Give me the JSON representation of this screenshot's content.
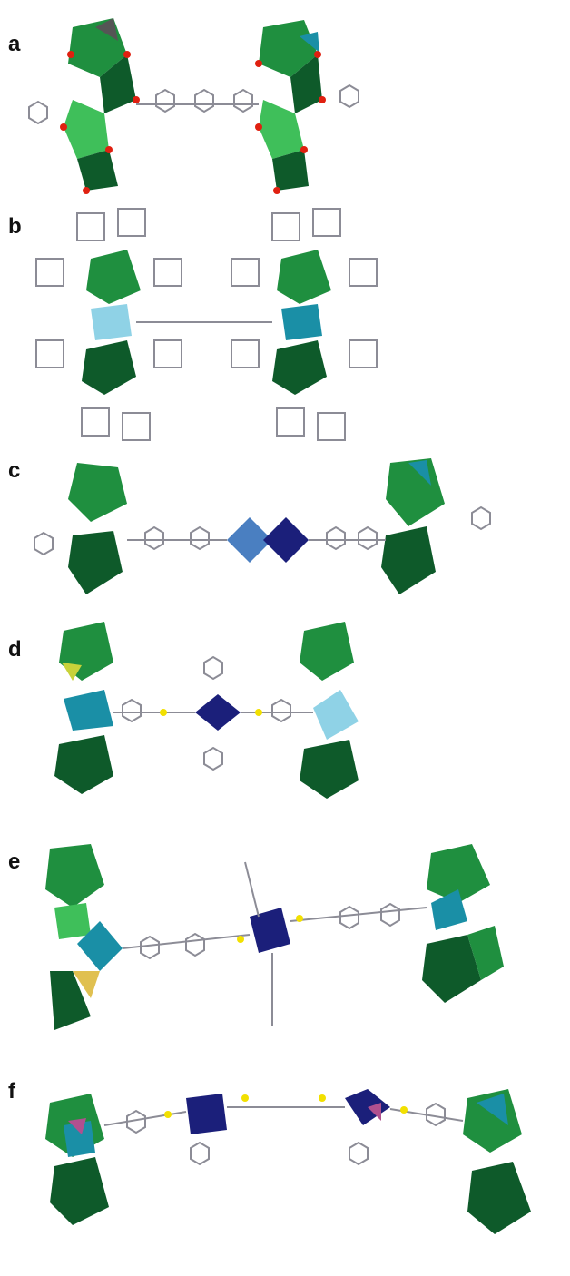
{
  "panels": [
    {
      "label": "a"
    },
    {
      "label": "b"
    },
    {
      "label": "c"
    },
    {
      "label": "d"
    },
    {
      "label": "e"
    },
    {
      "label": "f"
    }
  ],
  "colors": {
    "green_dark": "#0e5a2a",
    "green": "#1f8f3f",
    "green_light": "#3fbf5a",
    "teal": "#1a8fa6",
    "light_blue": "#8fd2e6",
    "navy": "#1b1f7a",
    "blue_mid": "#4a7fc1",
    "oxygen": "#e02010",
    "nitrogen": "#2a3cb8",
    "sulfur": "#f2e000",
    "carbon": "#9a9aa6",
    "bond": "#8c8c96",
    "yellow_face": "#c8d23a",
    "magenta": "#b0508f"
  }
}
